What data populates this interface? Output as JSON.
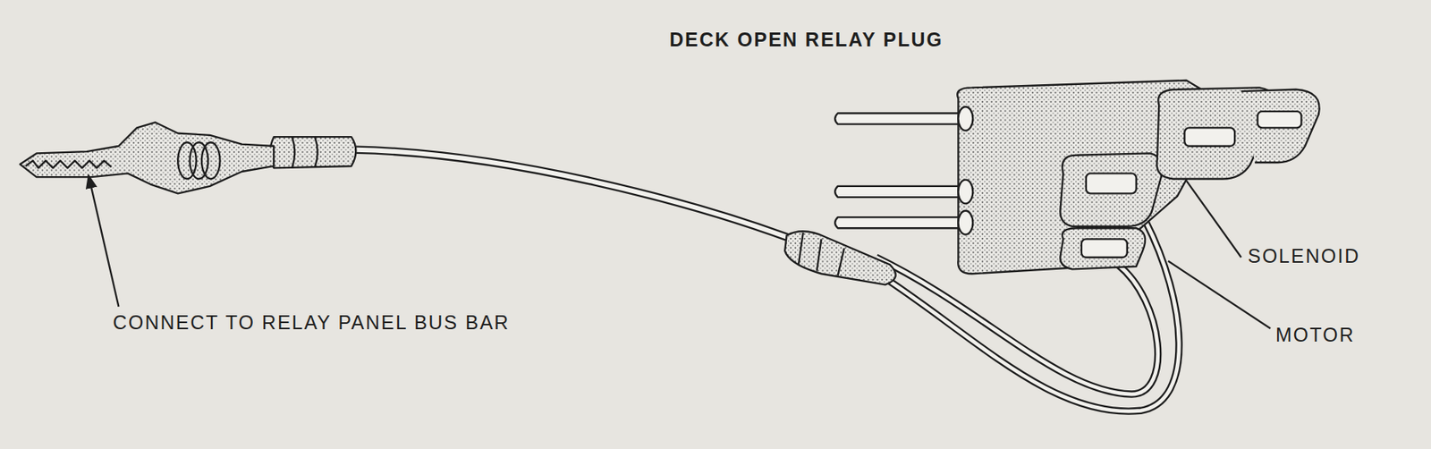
{
  "diagram": {
    "labels": [
      "DECK OPEN RELAY PLUG",
      "CONNECT TO RELAY PANEL BUS BAR",
      "SOLENOID",
      "MOTOR"
    ]
  }
}
